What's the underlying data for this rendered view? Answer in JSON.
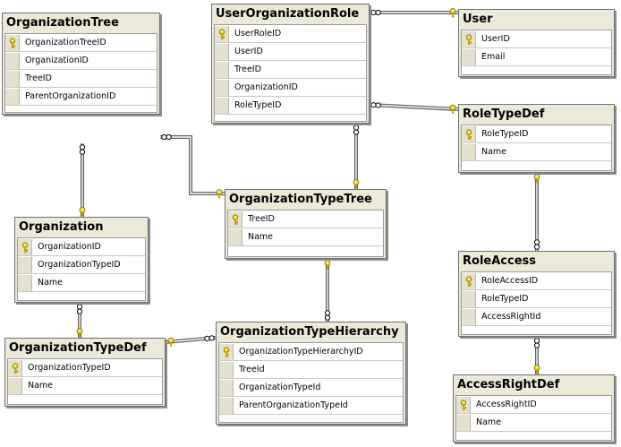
{
  "diagram": {
    "tables": [
      {
        "id": "organization_tree",
        "name": "OrganizationTree",
        "columns": [
          {
            "name": "OrganizationTreeID",
            "pk": true
          },
          {
            "name": "OrganizationID",
            "pk": false
          },
          {
            "name": "TreeID",
            "pk": false
          },
          {
            "name": "ParentOrganizationID",
            "pk": false
          }
        ]
      },
      {
        "id": "user_organization_role",
        "name": "UserOrganizationRole",
        "columns": [
          {
            "name": "UserRoleID",
            "pk": true
          },
          {
            "name": "UserID",
            "pk": false
          },
          {
            "name": "TreeID",
            "pk": false
          },
          {
            "name": "OrganizationID",
            "pk": false
          },
          {
            "name": "RoleTypeID",
            "pk": false
          }
        ]
      },
      {
        "id": "user",
        "name": "User",
        "columns": [
          {
            "name": "UserID",
            "pk": true
          },
          {
            "name": "Email",
            "pk": false
          }
        ]
      },
      {
        "id": "role_type_def",
        "name": "RoleTypeDef",
        "columns": [
          {
            "name": "RoleTypeID",
            "pk": true
          },
          {
            "name": "Name",
            "pk": false
          }
        ]
      },
      {
        "id": "organization_type_tree",
        "name": "OrganizationTypeTree",
        "columns": [
          {
            "name": "TreeID",
            "pk": true
          },
          {
            "name": "Name",
            "pk": false
          }
        ]
      },
      {
        "id": "organization",
        "name": "Organization",
        "columns": [
          {
            "name": "OrganizationID",
            "pk": true
          },
          {
            "name": "OrganizationTypeID",
            "pk": false
          },
          {
            "name": "Name",
            "pk": false
          }
        ]
      },
      {
        "id": "role_access",
        "name": "RoleAccess",
        "columns": [
          {
            "name": "RoleAccessID",
            "pk": true
          },
          {
            "name": "RoleTypeID",
            "pk": false
          },
          {
            "name": "AccessRightId",
            "pk": false
          }
        ]
      },
      {
        "id": "organization_type_def",
        "name": "OrganizationTypeDef",
        "columns": [
          {
            "name": "OrganizationTypeID",
            "pk": true
          },
          {
            "name": "Name",
            "pk": false
          }
        ]
      },
      {
        "id": "organization_type_hierarchy",
        "name": "OrganizationTypeHierarchy",
        "columns": [
          {
            "name": "OrganizationTypeHierarchyID",
            "pk": true
          },
          {
            "name": "TreeId",
            "pk": false
          },
          {
            "name": "OrganizationTypeId",
            "pk": false
          },
          {
            "name": "ParentOrganizationTypeId",
            "pk": false
          }
        ]
      },
      {
        "id": "access_right_def",
        "name": "AccessRightDef",
        "columns": [
          {
            "name": "AccessRightID",
            "pk": true
          },
          {
            "name": "Name",
            "pk": false
          }
        ]
      }
    ],
    "relationships": [
      {
        "from": "organization_tree",
        "to": "organization_type_tree"
      },
      {
        "from": "organization_tree",
        "to": "organization"
      },
      {
        "from": "user_organization_role",
        "to": "user"
      },
      {
        "from": "user_organization_role",
        "to": "role_type_def"
      },
      {
        "from": "user_organization_role",
        "to": "organization_type_tree"
      },
      {
        "from": "role_access",
        "to": "role_type_def"
      },
      {
        "from": "role_access",
        "to": "access_right_def"
      },
      {
        "from": "organization_type_hierarchy",
        "to": "organization_type_tree"
      },
      {
        "from": "organization_type_hierarchy",
        "to": "organization_type_def"
      },
      {
        "from": "organization",
        "to": "organization_type_def"
      }
    ],
    "colors": {
      "table_frame": "#ece9d8",
      "table_border": "#6f6f6f",
      "key_fill": "#f2d81c",
      "key_stroke": "#8a6d00",
      "line": "#000000"
    },
    "icons": {
      "primary_key": "key-icon",
      "many_end": "infinity-icon"
    }
  }
}
